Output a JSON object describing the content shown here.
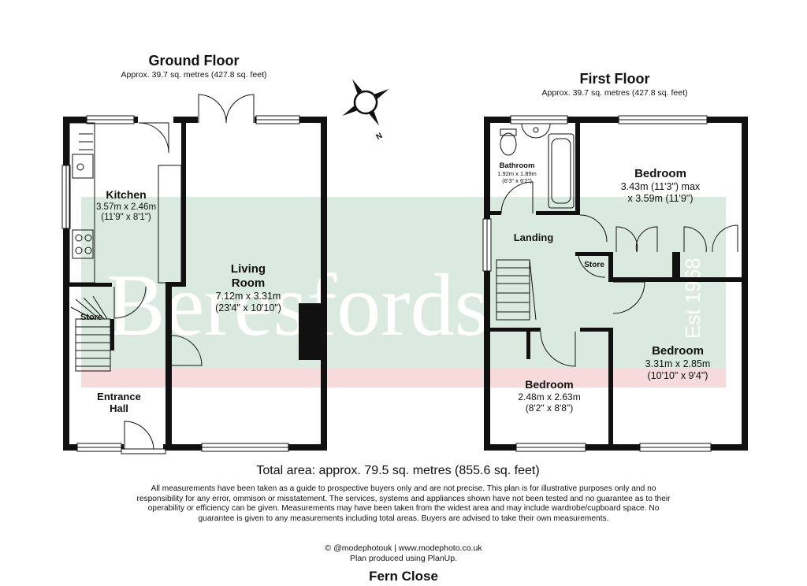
{
  "ground_floor": {
    "title": "Ground Floor",
    "area": "Approx. 39.7 sq. metres (427.8 sq. feet)",
    "rooms": {
      "kitchen": {
        "name": "Kitchen",
        "metric": "3.57m x 2.46m",
        "imperial": "(11'9\" x 8'1\")"
      },
      "living_room": {
        "name_line1": "Living",
        "name_line2": "Room",
        "metric": "7.12m x 3.31m",
        "imperial": "(23'4\" x 10'10\")"
      },
      "store": {
        "name": "Store"
      },
      "entrance_hall": {
        "name_line1": "Entrance",
        "name_line2": "Hall"
      }
    }
  },
  "first_floor": {
    "title": "First Floor",
    "area": "Approx. 39.7 sq. metres (427.8 sq. feet)",
    "rooms": {
      "bathroom": {
        "name": "Bathroom",
        "metric": "1.92m x 1.89m",
        "imperial": "(6'3\" x 6'2\")"
      },
      "bedroom_1": {
        "name": "Bedroom",
        "line1": "3.43m (11'3\") max",
        "line2": "x 3.59m (11'9\")"
      },
      "landing": {
        "name": "Landing"
      },
      "store": {
        "name": "Store"
      },
      "bedroom_2": {
        "name": "Bedroom",
        "metric": "3.31m x 2.85m",
        "imperial": "(10'10\" x 9'4\")"
      },
      "bedroom_3": {
        "name": "Bedroom",
        "metric": "2.48m x 2.63m",
        "imperial": "(8'2\" x 8'8\")"
      }
    }
  },
  "compass": {
    "label": "N",
    "icon": "compass-icon"
  },
  "watermark": {
    "brand": "Beresfords",
    "established": "Est 1968",
    "color": "#cfe3d6",
    "band_color": "#f6d3d6"
  },
  "colors": {
    "wall": "#111111",
    "window": "#ffffff"
  },
  "total_area": "Total area: approx. 79.5 sq. metres (855.6 sq. feet)",
  "disclaimer": "All measurements have been taken as a guide to prospective buyers only and are not precise. This plan is for illustrative purposes only and no responsibility for any error, ommison or misstatement. The services, systems and appliances shown have not been tested and no guarantee as to their operability or efficiency can be given. Measurements may have been taken from the widest area and may include wardrobe/cupboard space. No guarantee is given to any measurements including total areas. Buyers are advised to take their own measurements.",
  "credit_line1": "© @modephotouk | www.modephoto.co.uk",
  "credit_line2": "Plan produced using PlanUp.",
  "address": "Fern Close"
}
